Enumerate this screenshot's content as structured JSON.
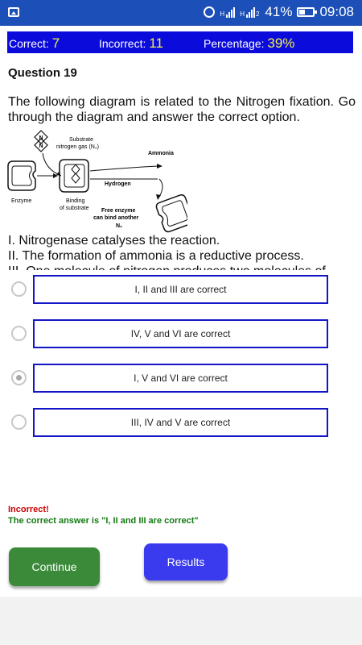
{
  "status_bar": {
    "battery": "41%",
    "time": "09:08",
    "sim1_label": "H",
    "sim2_label": "H",
    "sim2_index": "2",
    "icons": [
      "image-icon",
      "alarm-icon",
      "signal-icon",
      "battery-icon"
    ],
    "color": "#1d4fb8"
  },
  "score": {
    "correct_label": "Correct:",
    "correct_value": "7",
    "incorrect_label": "Incorrect:",
    "incorrect_value": "11",
    "percentage_label": "Percentage:",
    "percentage_value": "39%",
    "bar_color": "#0b0bdc",
    "value_color": "#f2f24a"
  },
  "question": {
    "title": "Question 19",
    "text": "The following diagram is related to the Nitrogen fixation. Go through the diagram and answer the correct option.",
    "statements": [
      "I. Nitrogenase catalyses the reaction.",
      "II. The formation of ammonia is a reductive process.",
      "III. One molecule of nitrogen produces two molecules of"
    ]
  },
  "diagram": {
    "substrate": "Substrate",
    "nitrogen_gas": "nitrogen gas (N₂)",
    "ammonia": "Ammonia",
    "hydrogen": "Hydrogen",
    "enzyme": "Enzyme",
    "binding_line1": "Binding",
    "binding_line2": "of substrate",
    "free_line1": "Free enzyme",
    "free_line2": "can bind another",
    "free_line3": "N₂",
    "n_letter": "N"
  },
  "options": [
    {
      "label": "I, II and III are correct",
      "checked": false
    },
    {
      "label": "IV, V and VI are correct",
      "checked": false
    },
    {
      "label": "I, V and VI are correct",
      "checked": true
    },
    {
      "label": "III, IV and V are correct",
      "checked": false
    }
  ],
  "feedback": {
    "result": "Incorrect!",
    "answer": "The correct answer is \"I, II and III are correct\"",
    "result_color": "#cc0000",
    "answer_color": "#137a13"
  },
  "buttons": {
    "continue": "Continue",
    "results": "Results",
    "continue_color": "#3a8a3a",
    "results_color": "#3a3aee"
  }
}
